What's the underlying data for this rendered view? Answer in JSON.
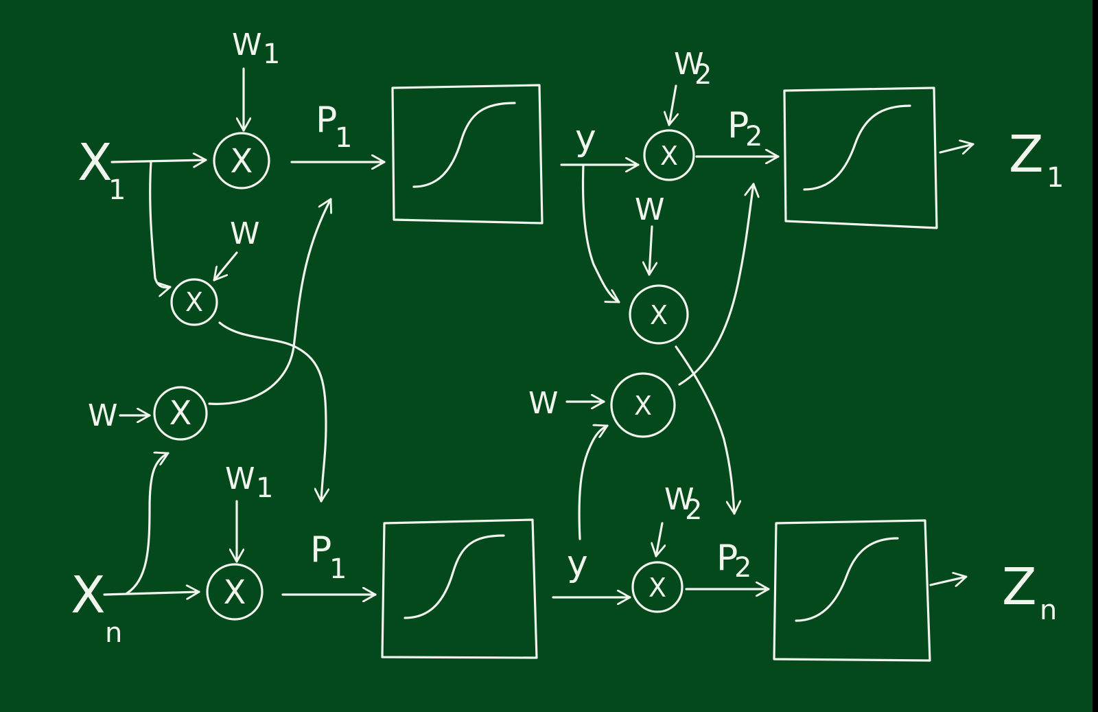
{
  "colors": {
    "board": "#04491c",
    "ink": "#f2f5ee"
  },
  "inputs": {
    "x1_base": "X",
    "x1_sub": "1",
    "xn_base": "X",
    "xn_sub": "n"
  },
  "outputs": {
    "z1_base": "Z",
    "z1_sub": "1",
    "zn_base": "Z",
    "zn_sub": "n"
  },
  "weights": {
    "w1_top_base": "W",
    "w1_top_sub": "1",
    "w1_bottom_base": "W",
    "w1_bottom_sub": "1",
    "w2_top_base": "W",
    "w2_top_sub": "2",
    "w2_bottom_base": "W",
    "w2_bottom_sub": "2",
    "w_cross_1": "W",
    "w_cross_2": "W",
    "w_cross_3": "W",
    "w_cross_4": "W"
  },
  "signals": {
    "p1_top_base": "P",
    "p1_top_sub": "1",
    "p1_bottom_base": "P",
    "p1_bottom_sub": "1",
    "p2_top_base": "P",
    "p2_top_sub": "2",
    "p2_bottom_base": "P",
    "p2_bottom_sub": "2",
    "y_top": "y",
    "y_bottom": "y"
  },
  "operator": {
    "multiply_symbol": "X"
  },
  "icons": {
    "activation": "sigmoid-curve-icon",
    "operator": "multiply-node-icon"
  }
}
